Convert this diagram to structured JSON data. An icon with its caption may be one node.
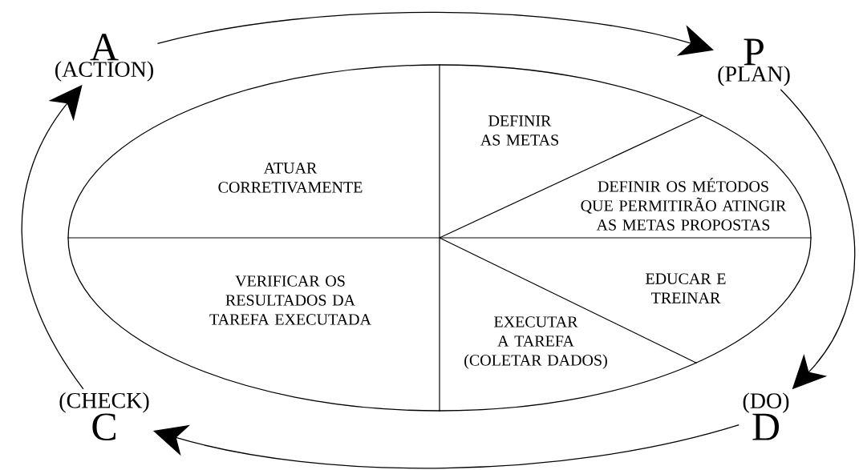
{
  "diagram": {
    "nodes": [
      {
        "text": [
          "A",
          "(ACTION)"
        ]
      },
      {
        "text": [
          "P",
          "(PLAN)"
        ]
      },
      {
        "text": [],
        "shape": "ellipse"
      },
      {
        "text": [
          "ATUAR CORRETIVAMENTE"
        ],
        "in": 2
      },
      {
        "text": [
          "DEFINIR AS METAS"
        ],
        "in": 2
      },
      {
        "text": [
          "DEFINIR OS MÉTODOS QUE PERMITIRÃO ATINGIR AS METAS PROPOSTAS"
        ],
        "in": 2
      },
      {
        "text": [
          "EDUCAR E TREINAR"
        ],
        "in": 2
      },
      {
        "text": [
          "EXECUTAR A TAREFA (COLETAR DADOS)"
        ],
        "in": 2
      },
      {
        "text": [
          "VERIFICAR OS RESULTADOS DA TAREFA EXECUTADA"
        ],
        "in": 2
      },
      {
        "text": [
          "(CHECK)",
          "C"
        ]
      },
      {
        "text": [
          "(DO)",
          "D"
        ]
      }
    ],
    "edges": [
      {
        "from": 0,
        "to": 1,
        "arrow": "to"
      },
      {
        "from": 1,
        "to": 10,
        "arrow": "to"
      },
      {
        "from": 10,
        "to": 9,
        "arrow": "to"
      },
      {
        "from": 9,
        "to": 0,
        "arrow": "to"
      }
    ]
  }
}
